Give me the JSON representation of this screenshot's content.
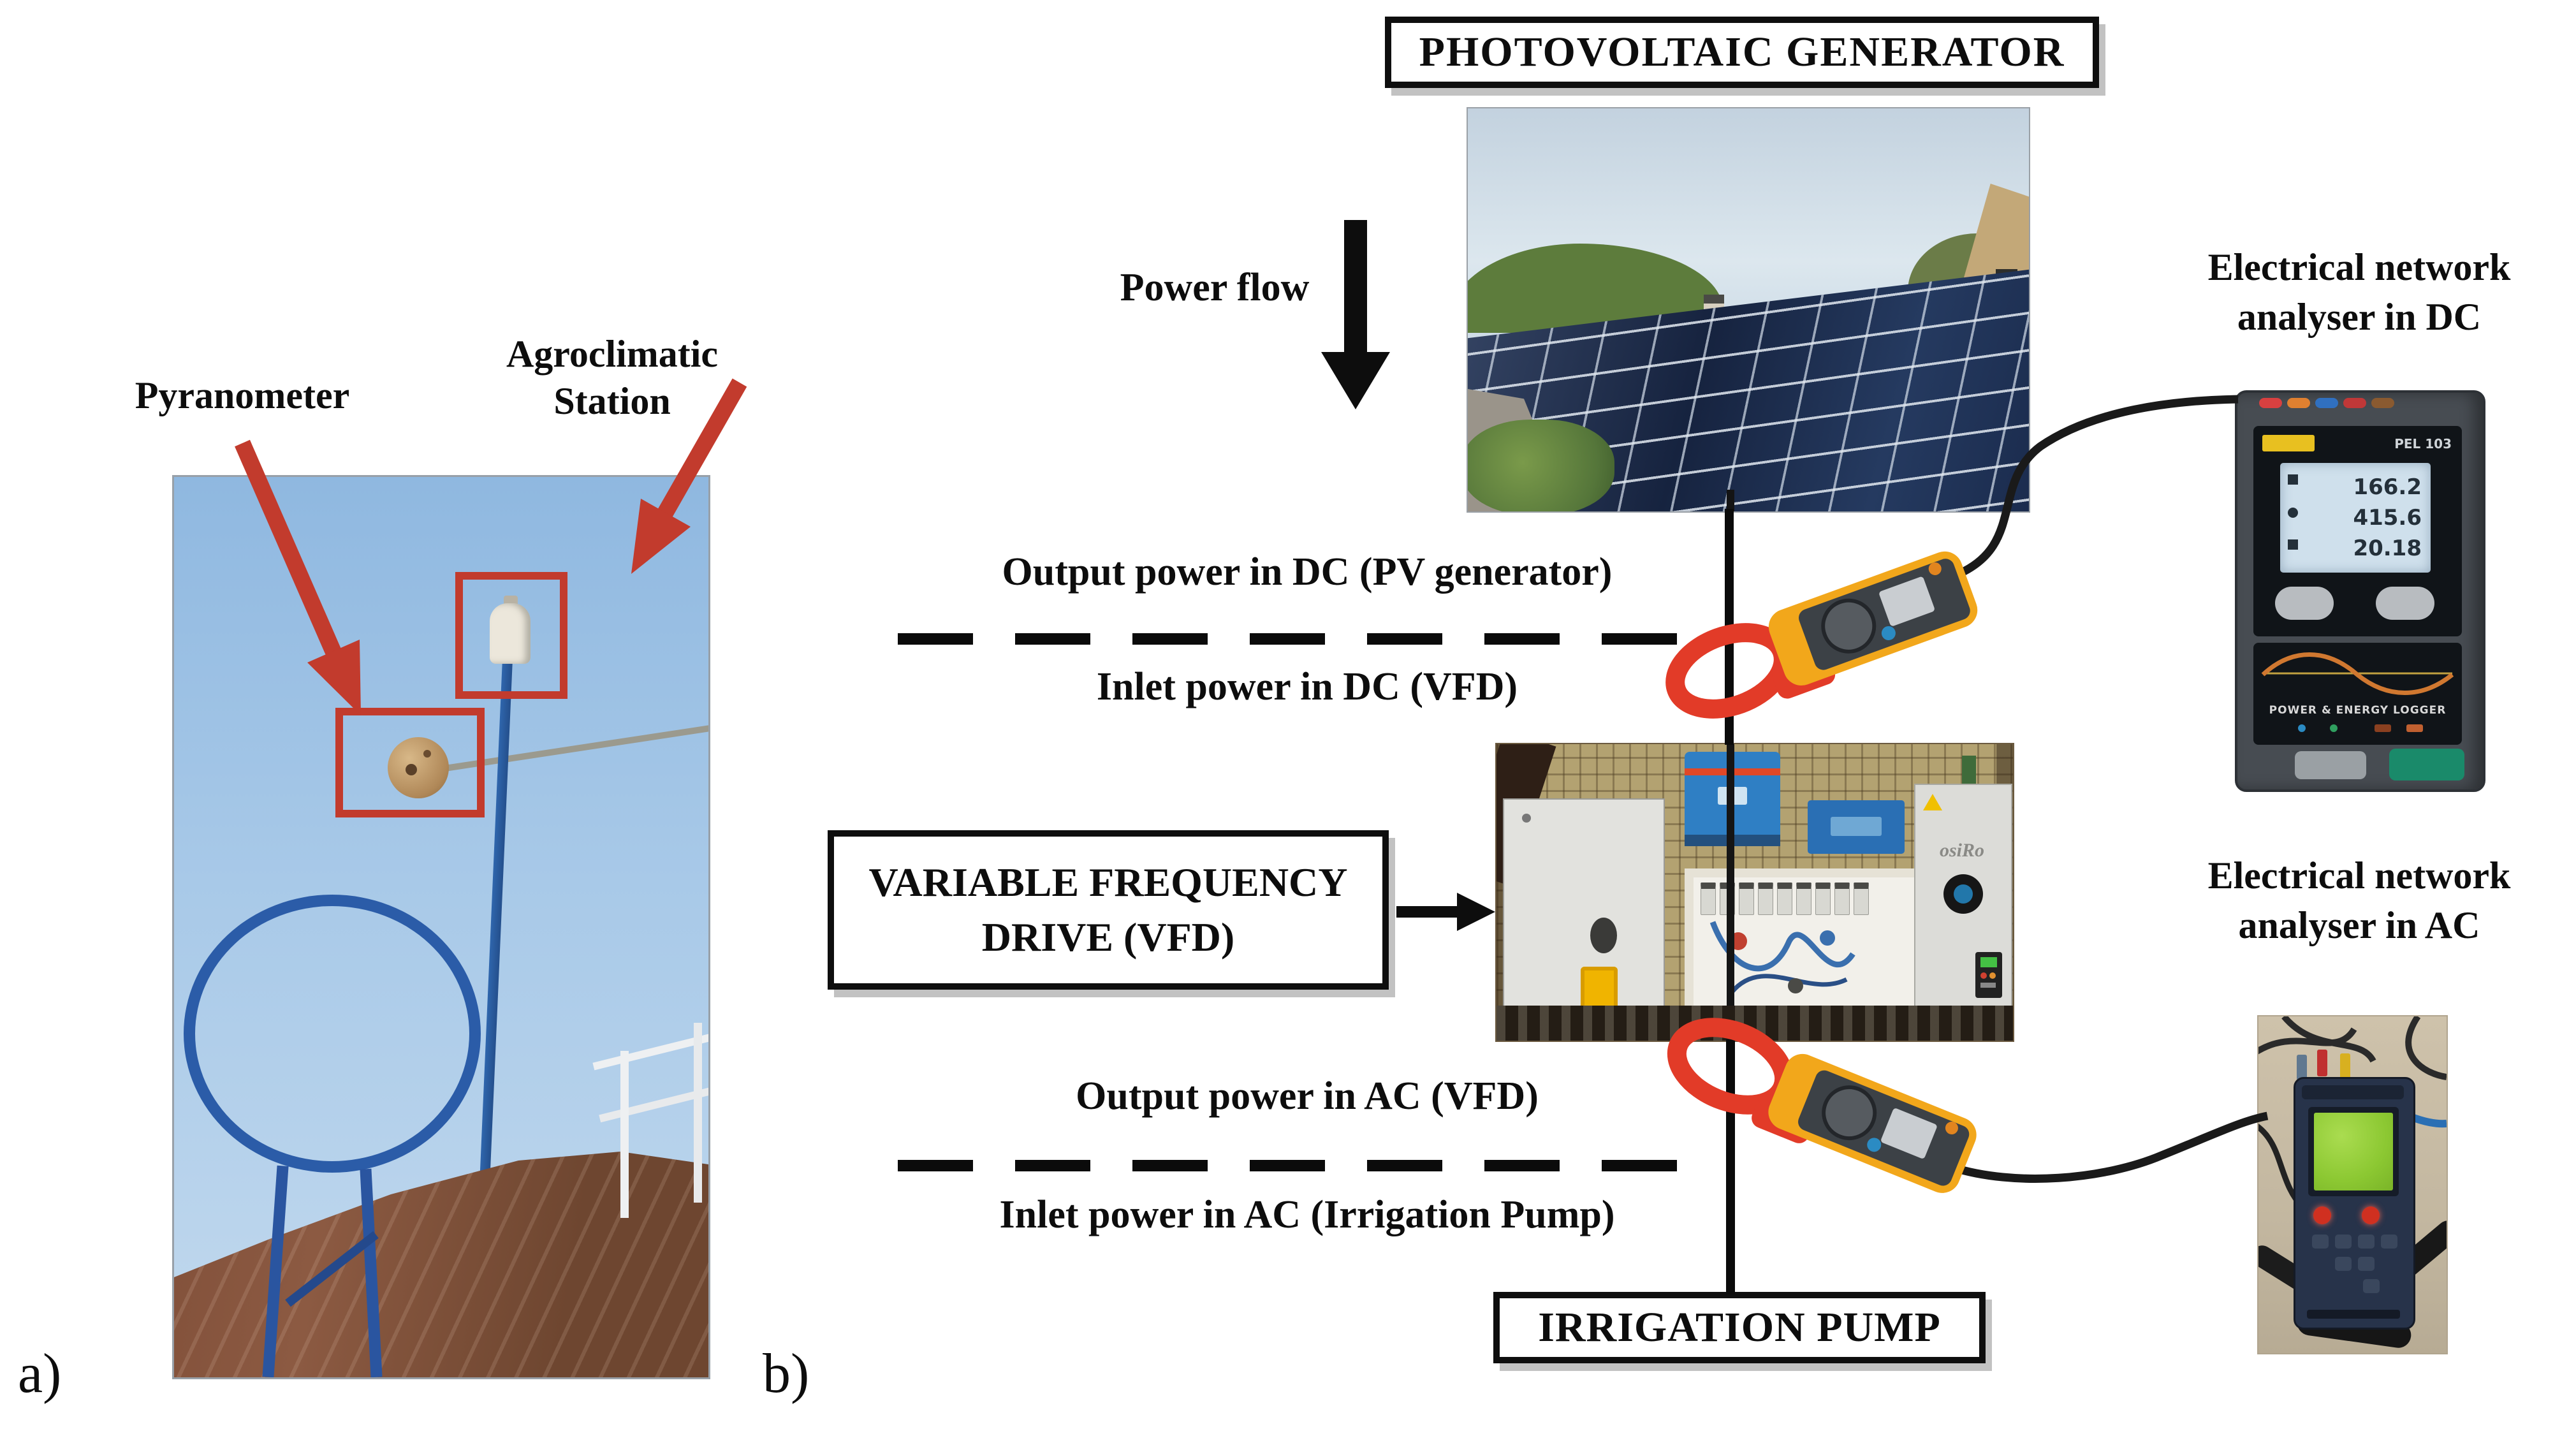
{
  "figure": {
    "panel_a": {
      "label": "a)",
      "pyranometer_label": "Pyranometer",
      "station_label_line1": "Agroclimatic",
      "station_label_line2": "Station"
    },
    "panel_b": {
      "label": "b)",
      "pv_generator_box": "PHOTOVOLTAIC GENERATOR",
      "power_flow_label": "Power flow",
      "dc_output_label": "Output power in DC (PV generator)",
      "dc_inlet_label": "Inlet power in DC (VFD)",
      "vfd_box_line1": "VARIABLE FREQUENCY",
      "vfd_box_line2": "DRIVE (VFD)",
      "ac_output_label": "Output power in AC (VFD)",
      "ac_inlet_label": "Inlet power in AC (Irrigation Pump)",
      "irrigation_pump_box": "IRRIGATION PUMP",
      "dc_analyser_label_line1": "Electrical network",
      "dc_analyser_label_line2": "analyser in DC",
      "ac_analyser_label_line1": "Electrical network",
      "ac_analyser_label_line2": "analyser in AC",
      "dc_analyser_device": {
        "model": "PEL 103",
        "subtitle": "POWER & ENERGY LOGGER",
        "lcd_lines": [
          "166.2",
          "415.6",
          "20.18"
        ]
      },
      "vfd_photo_logo": "osiRo"
    }
  },
  "colors": {
    "accent-red": "#c23b2d",
    "ink": "#0d0d0d",
    "clamp-yellow": "#f2a71b",
    "clamp-jaw-red": "#e23b28",
    "sky": "#a9c7e6",
    "panel-navy": "#1c2b4d",
    "lcd-blue": "#cfe0ec",
    "lcd-green": "#8cc832",
    "device-gray": "#474c52",
    "device-navy": "#27334a"
  }
}
